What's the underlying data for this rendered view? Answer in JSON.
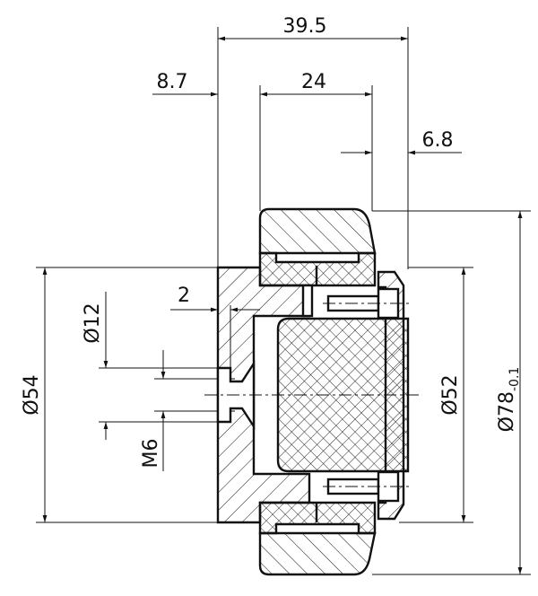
{
  "dimensions": {
    "overall_width": "39.5",
    "hub_offset": "8.7",
    "tire_width": "24",
    "cap_offset": "6.8",
    "wall": "2",
    "bore_diameter": "12",
    "hub_diameter": "54",
    "thread": "M6",
    "inner_diameter": "52",
    "outer_diameter": "78",
    "outer_tolerance": "-0.1",
    "diameter_symbol": "Ø"
  }
}
